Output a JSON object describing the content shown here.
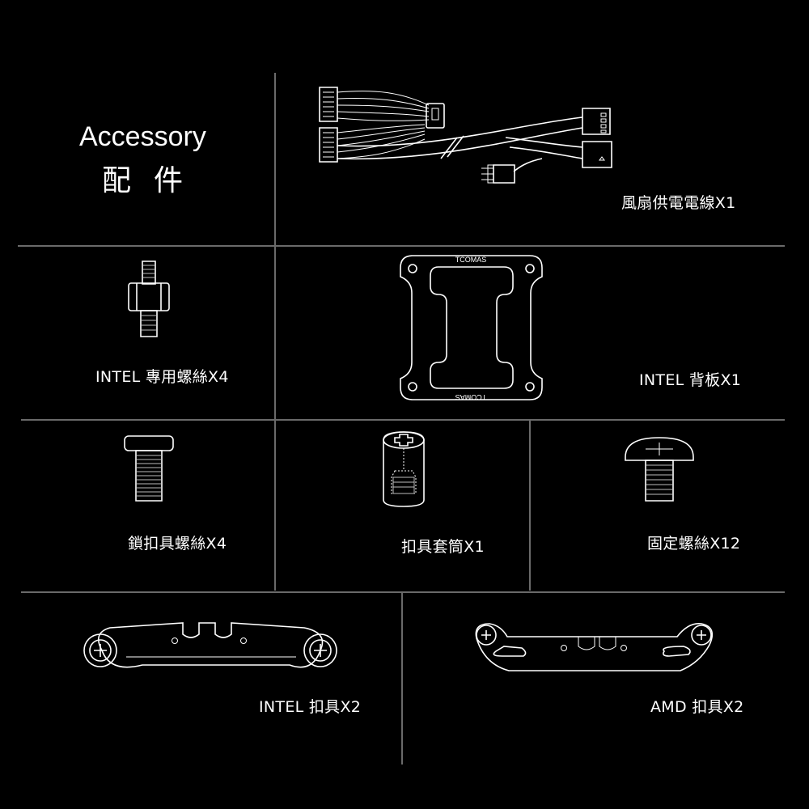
{
  "header": {
    "title_en": "Accessory",
    "title_zh": "配件"
  },
  "brand": {
    "backplate_text": "TCOMAS"
  },
  "items": [
    {
      "label": "風扇供電電線X1"
    },
    {
      "label": "INTEL 專用螺絲X4"
    },
    {
      "label": "INTEL 背板X1"
    },
    {
      "label": "鎖扣具螺絲X4"
    },
    {
      "label": "扣具套筒X1"
    },
    {
      "label": "固定螺絲X12"
    },
    {
      "label": "INTEL 扣具X2"
    },
    {
      "label": "AMD 扣具X2"
    }
  ],
  "colors": {
    "background": "#000000",
    "grid_line": "#6a6a6a",
    "text": "#ffffff"
  }
}
